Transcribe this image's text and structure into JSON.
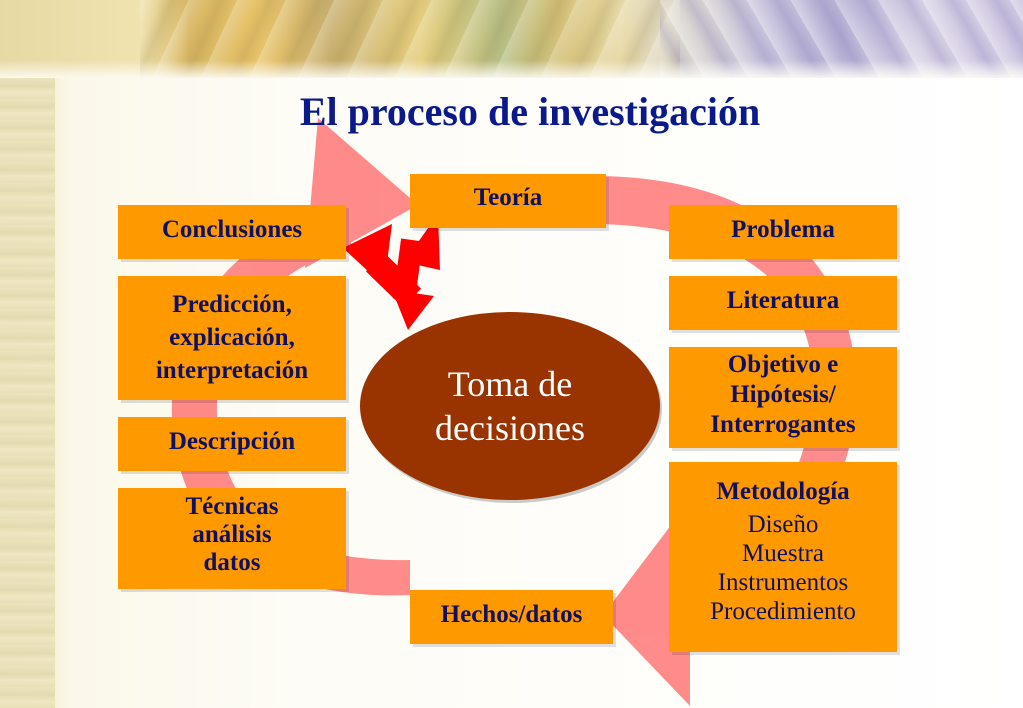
{
  "title": "El proceso de investigación",
  "center": {
    "line1": "Toma de",
    "line2": "decisiones"
  },
  "boxes": {
    "teoria": "Teoría",
    "problema": "Problema",
    "literatura": "Literatura",
    "objetivo": {
      "line1": "Objetivo e",
      "line2": "Hipótesis/",
      "line3": "Interrogantes"
    },
    "metodologia": {
      "heading": "Metodología",
      "items": [
        "Diseño",
        "Muestra",
        "Instrumentos",
        "Procedimiento"
      ]
    },
    "hechos": "Hechos/datos",
    "tecnicas": {
      "line1": "Técnicas",
      "line2": "análisis",
      "line3": "datos"
    },
    "descripcion": "Descripción",
    "prediccion": {
      "line1": "Predicción,",
      "line2": "explicación,",
      "line3": "interpretación"
    },
    "conclusiones": "Conclusiones"
  },
  "colors": {
    "box": "#ff9900",
    "box_text": "#101060",
    "oval": "#993300",
    "title": "#0a1a8a",
    "cycle_arrow": "#ff6f6f",
    "double_arrow": "#ff0000"
  }
}
